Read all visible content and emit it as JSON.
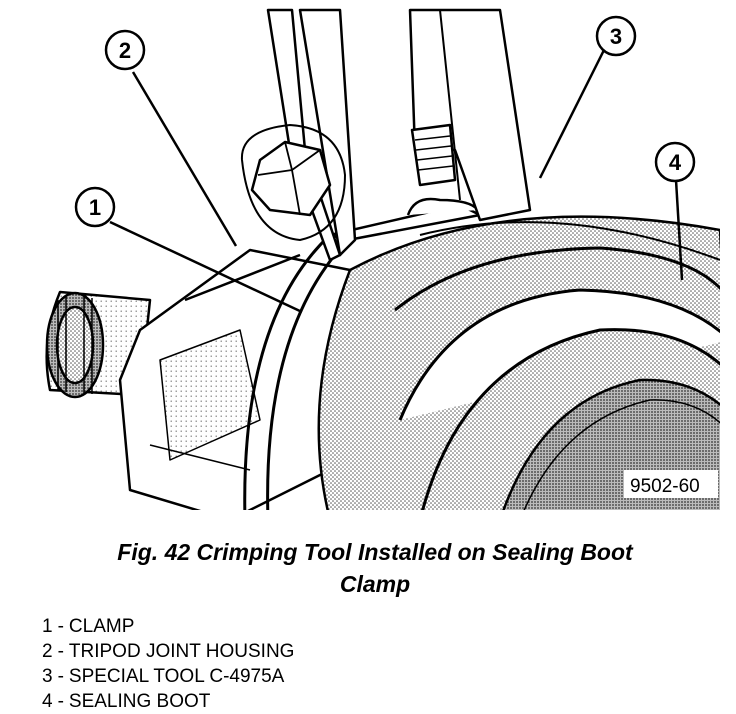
{
  "figure": {
    "code": "9502-60",
    "caption_line1": "Fig. 42 Crimping Tool Installed on Sealing Boot",
    "caption_line2": "Clamp"
  },
  "callouts": [
    {
      "number": "1",
      "label": "CLAMP"
    },
    {
      "number": "2",
      "label": "TRIPOD JOINT HOUSING"
    },
    {
      "number": "3",
      "label": "SPECIAL TOOL C-4975A"
    },
    {
      "number": "4",
      "label": "SEALING BOOT"
    }
  ],
  "legend_separator": "-"
}
